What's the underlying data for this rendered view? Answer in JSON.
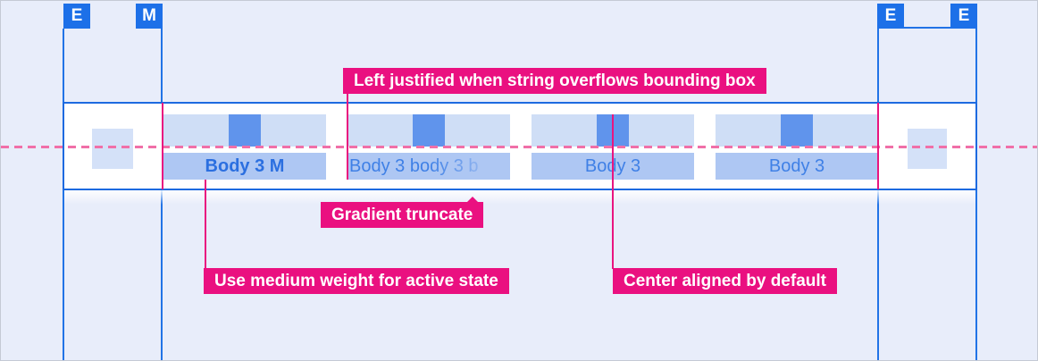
{
  "header_markers": {
    "items": [
      {
        "label": "E",
        "side": "left"
      },
      {
        "label": "M",
        "side": "left"
      },
      {
        "label": "E",
        "side": "right"
      },
      {
        "label": "E",
        "side": "right"
      }
    ]
  },
  "tab_bar": {
    "tabs": [
      {
        "label": "Body 3 M",
        "state": "active",
        "alignment": "center",
        "weight": "medium"
      },
      {
        "label": "Body 3 body 3 b",
        "state": "default",
        "alignment": "left",
        "truncation": "gradient"
      },
      {
        "label": "Body 3",
        "state": "default",
        "alignment": "center"
      },
      {
        "label": "Body 3",
        "state": "default",
        "alignment": "center"
      }
    ]
  },
  "annotations": {
    "left_justified": {
      "text": "Left justified when string overflows bounding box"
    },
    "gradient_truncate": {
      "text": "Gradient truncate"
    },
    "medium_weight": {
      "text": "Use medium weight for active state"
    },
    "center_aligned": {
      "text": "Center aligned by default"
    }
  },
  "colors": {
    "background": "#e8edfa",
    "bar_background": "#ffffff",
    "guide_blue": "#2173e6",
    "marker_box_blue": "#1d70e8",
    "tab_highlight_blue": "#cfdef6",
    "tab_text_band_blue": "#aec7f3",
    "target_square_blue": "#6094ec",
    "active_text_blue": "#2b6fe0",
    "inactive_text_blue": "#3f80e6",
    "annotation_pink": "#ea1080",
    "dashed_line_pink": "#f06fa8",
    "edge_square_blue": "#d4e1f8"
  }
}
